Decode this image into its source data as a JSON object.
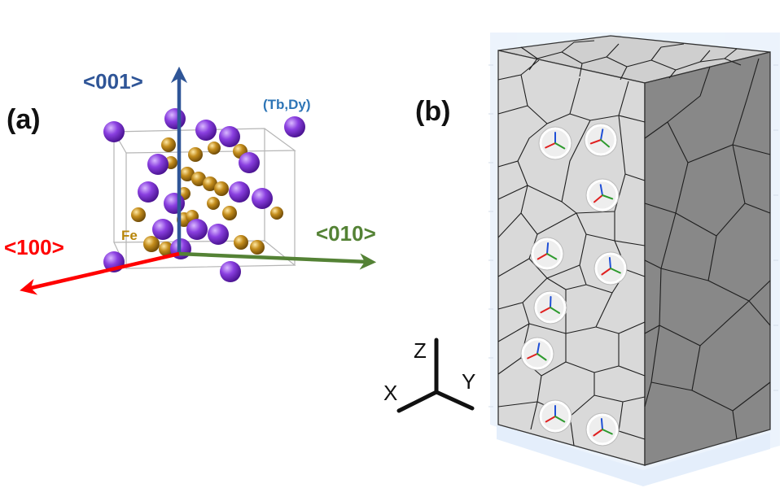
{
  "panels": {
    "a": {
      "label": "(a)"
    },
    "b": {
      "label": "(b)"
    }
  },
  "crystal_axes": {
    "c001": {
      "label": "<001>",
      "color": "#2f5597"
    },
    "c010": {
      "label": "<010>",
      "color": "#548235"
    },
    "c100": {
      "label": "<100>",
      "color": "#ff0000"
    }
  },
  "atoms": {
    "rare_earth": {
      "label": "(Tb,Dy)",
      "color": "#7b2fd1",
      "label_color": "#2e75b6"
    },
    "iron": {
      "label": "Fe",
      "color": "#b8860b",
      "label_color": "#b8860b"
    }
  },
  "coord_axes": {
    "z": "Z",
    "x": "X",
    "y": "Y"
  },
  "colors": {
    "block_front": "#d9d9d9",
    "block_top": "#cfcfcf",
    "block_side": "#888888",
    "background_glow": "#dbe9fa"
  }
}
